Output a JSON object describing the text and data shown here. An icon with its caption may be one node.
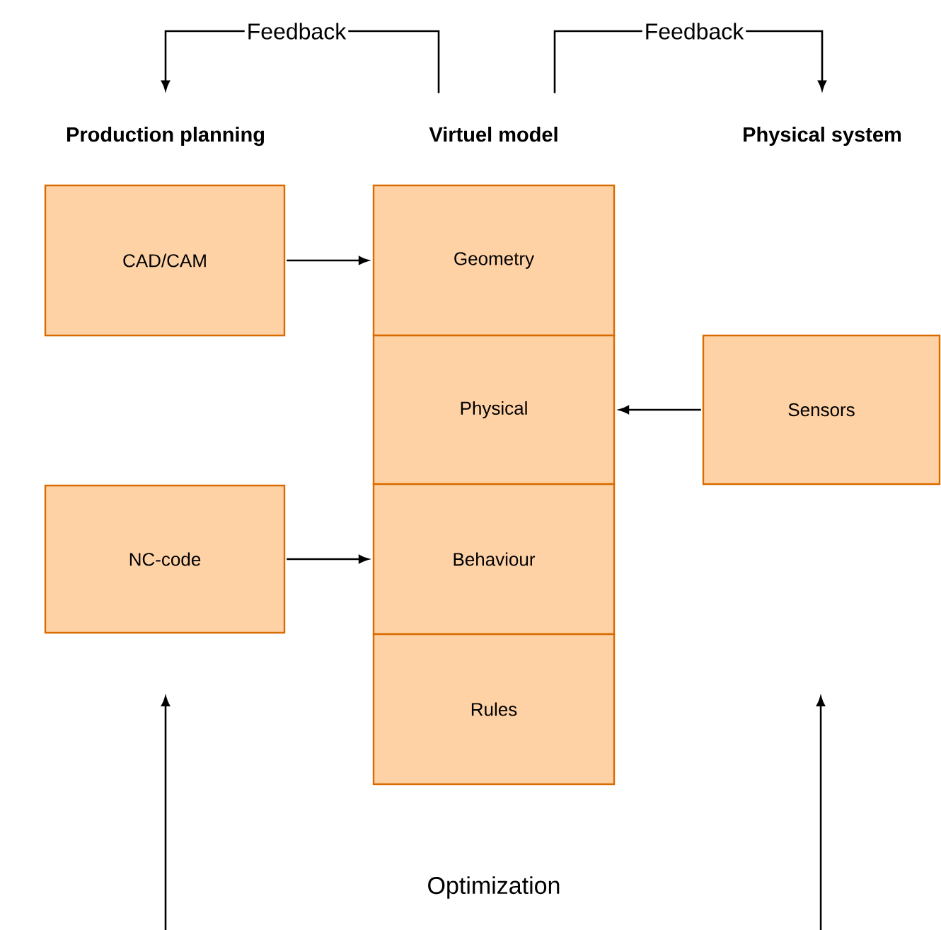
{
  "diagram": {
    "nodes": [
      {
        "text": [
          "Production planning"
        ]
      },
      {
        "text": [
          "Virtuel model"
        ]
      },
      {
        "text": [
          "Physical system"
        ]
      },
      {
        "text": [
          "CAD/CAM"
        ]
      },
      {
        "text": [
          "Geometry"
        ]
      },
      {
        "text": [
          "Physical"
        ]
      },
      {
        "text": [
          "Behaviour"
        ]
      },
      {
        "text": [
          "Rules"
        ]
      },
      {
        "text": [
          "NC-code"
        ]
      },
      {
        "text": [
          "Sensors"
        ]
      }
    ],
    "edges": [
      {
        "from": 1,
        "to": 0,
        "arrow": "to",
        "label": "Feedback"
      },
      {
        "from": 1,
        "to": 2,
        "arrow": "to",
        "label": "Feedback"
      },
      {
        "from": 3,
        "to": 4,
        "arrow": "to"
      },
      {
        "from": 9,
        "to": 5,
        "arrow": "to"
      },
      {
        "from": 8,
        "to": 6,
        "arrow": "to"
      }
    ],
    "labels": [
      "Optimization"
    ]
  }
}
